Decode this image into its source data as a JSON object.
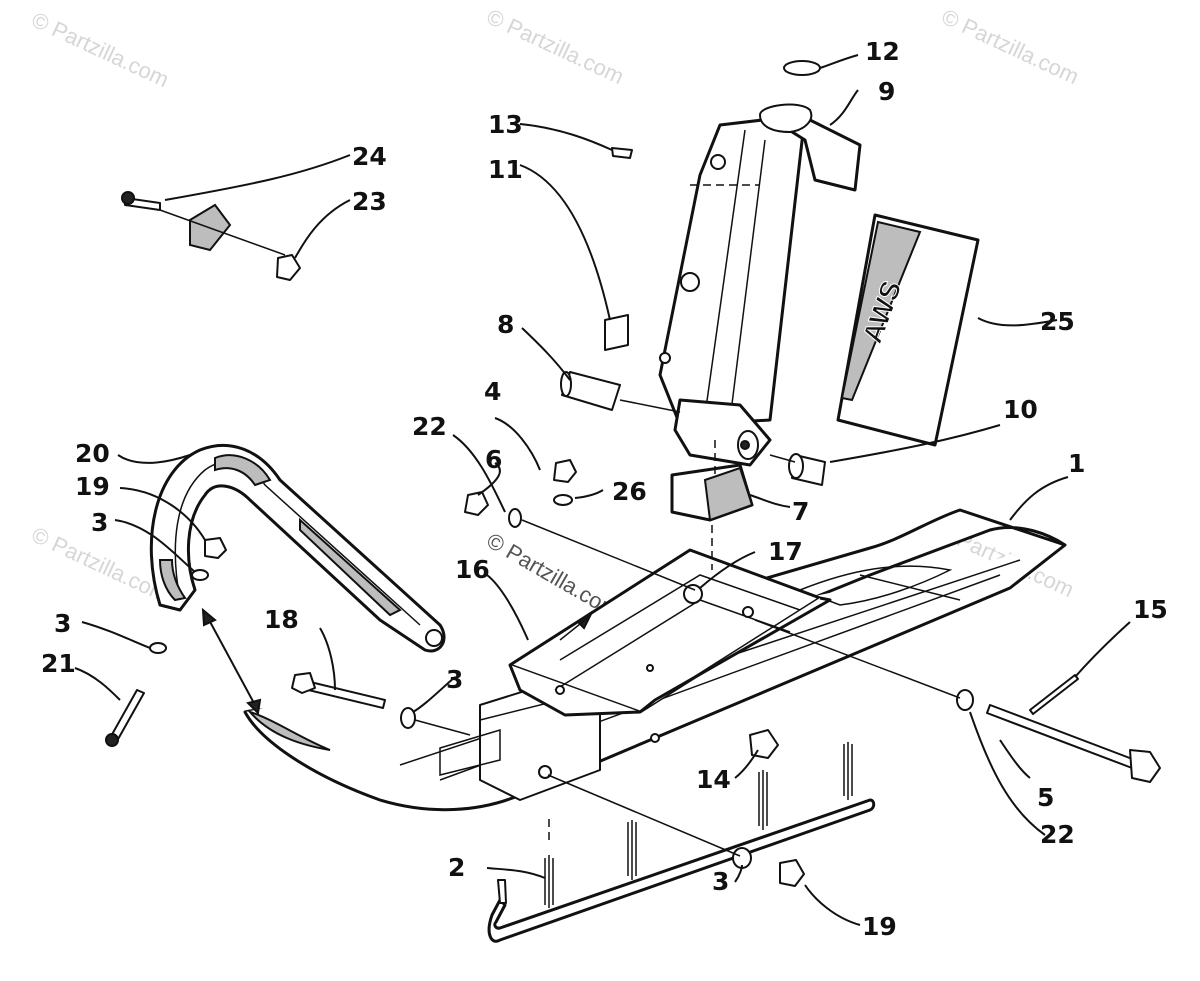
{
  "watermarks": {
    "top_left": "© Partzilla.com",
    "top_center": "© Partzilla.com",
    "top_right": "© Partzilla.com",
    "mid_left": "© Partzilla.com",
    "mid_right": "© Partzilla.com",
    "center": "© Partzilla.com"
  },
  "decal_text": "AWS",
  "callouts": {
    "c1": "1",
    "c2": "2",
    "c3a": "3",
    "c3b": "3",
    "c3c": "3",
    "c3d": "3",
    "c4": "4",
    "c5": "5",
    "c6": "6",
    "c7": "7",
    "c8": "8",
    "c9": "9",
    "c10": "10",
    "c11": "11",
    "c12": "12",
    "c13": "13",
    "c14": "14",
    "c15": "15",
    "c16": "16",
    "c17": "17",
    "c18": "18",
    "c19a": "19",
    "c19b": "19",
    "c20": "20",
    "c21": "21",
    "c22a": "22",
    "c22b": "22",
    "c23": "23",
    "c24": "24",
    "c25": "25",
    "c26": "26"
  },
  "colors": {
    "ink": "#111111",
    "watermark": "#d6d6d6",
    "paper": "#ffffff"
  }
}
